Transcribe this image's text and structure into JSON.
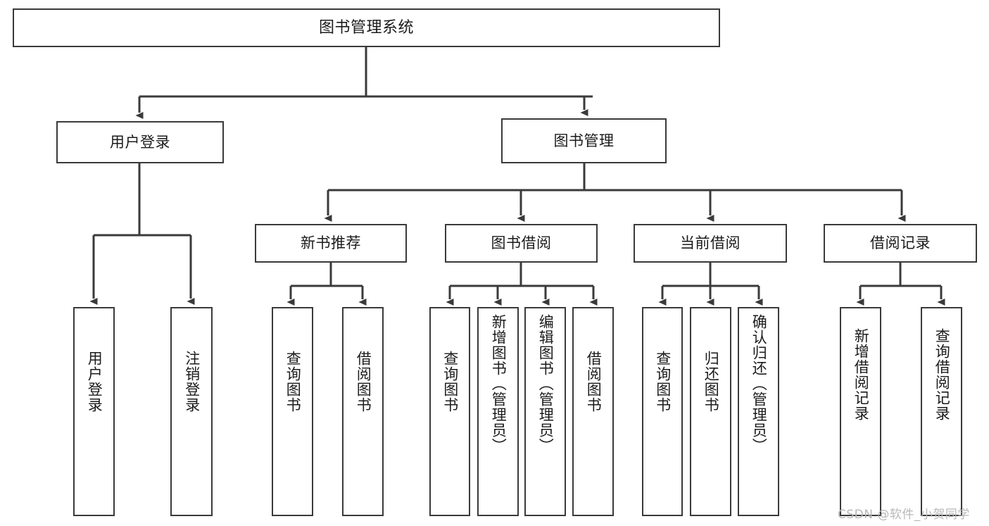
{
  "diagram": {
    "title": "图书管理系统",
    "type": "tree-hierarchy-chart",
    "colors": {
      "box_border": "#3a3a3a",
      "box_fill": "#ffffff",
      "connector": "#3a3a3a",
      "text": "#1b1b1b",
      "watermark": "#b8b8b8",
      "background": "#ffffff"
    },
    "nodes": {
      "root": {
        "label": "图书管理系统"
      },
      "level2": [
        {
          "id": "user-login",
          "label": "用户登录"
        },
        {
          "id": "book-manage",
          "label": "图书管理"
        }
      ],
      "level3": [
        {
          "id": "new-book-recommend",
          "label": "新书推荐"
        },
        {
          "id": "book-borrow",
          "label": "图书借阅"
        },
        {
          "id": "current-borrow",
          "label": "当前借阅"
        },
        {
          "id": "borrow-record",
          "label": "借阅记录"
        }
      ],
      "leaves": {
        "user-login": [
          {
            "id": "leaf-user-login",
            "label": "用户登录"
          },
          {
            "id": "leaf-user-logout",
            "label": "注销登录"
          }
        ],
        "new-book-recommend": [
          {
            "id": "leaf-query-book-1",
            "label": "查询图书"
          },
          {
            "id": "leaf-borrow-book-1",
            "label": "借阅图书"
          }
        ],
        "book-borrow": [
          {
            "id": "leaf-query-book-2",
            "label": "查询图书"
          },
          {
            "id": "leaf-add-book-admin",
            "label": "新增图书（管理员）"
          },
          {
            "id": "leaf-edit-book-admin",
            "label": "编辑图书（管理员）"
          },
          {
            "id": "leaf-borrow-book-2",
            "label": "借阅图书"
          }
        ],
        "current-borrow": [
          {
            "id": "leaf-query-book-3",
            "label": "查询图书"
          },
          {
            "id": "leaf-return-book",
            "label": "归还图书"
          },
          {
            "id": "leaf-confirm-return-admin",
            "label": "确认归还（管理员）"
          }
        ],
        "borrow-record": [
          {
            "id": "leaf-add-borrow-record",
            "label": "新增借阅记录"
          },
          {
            "id": "leaf-query-borrow-record",
            "label": "查询借阅记录"
          }
        ]
      }
    },
    "watermark": "CSDN @软件_小贺同学"
  }
}
